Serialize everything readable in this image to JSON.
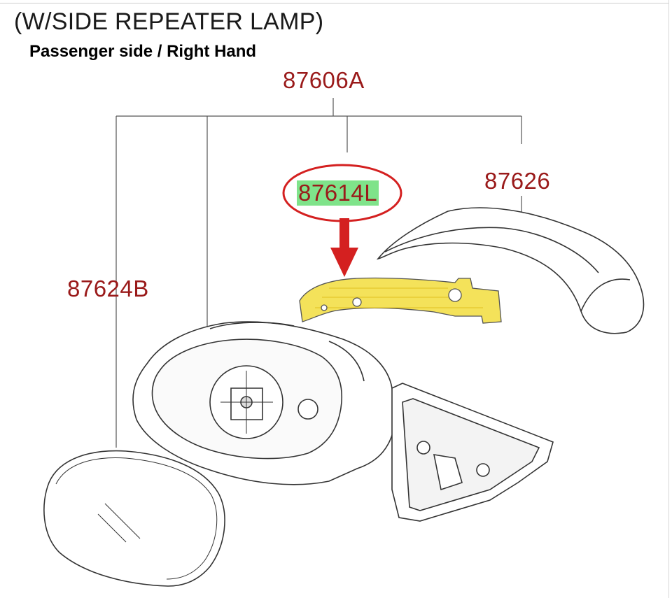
{
  "header": {
    "title": "(W/SIDE REPEATER LAMP)",
    "subtitle": "Passenger side / Right Hand"
  },
  "parts": {
    "assembly": "87606A",
    "repeater_lamp": "87614L",
    "cover": "87626",
    "glass": "87624B"
  },
  "colors": {
    "label_text": "#9a1a1a",
    "highlight_fill": "#7fe38a",
    "callout_ellipse": "#d42020",
    "arrow": "#d42020",
    "lamp_fill": "#f4e25a"
  }
}
